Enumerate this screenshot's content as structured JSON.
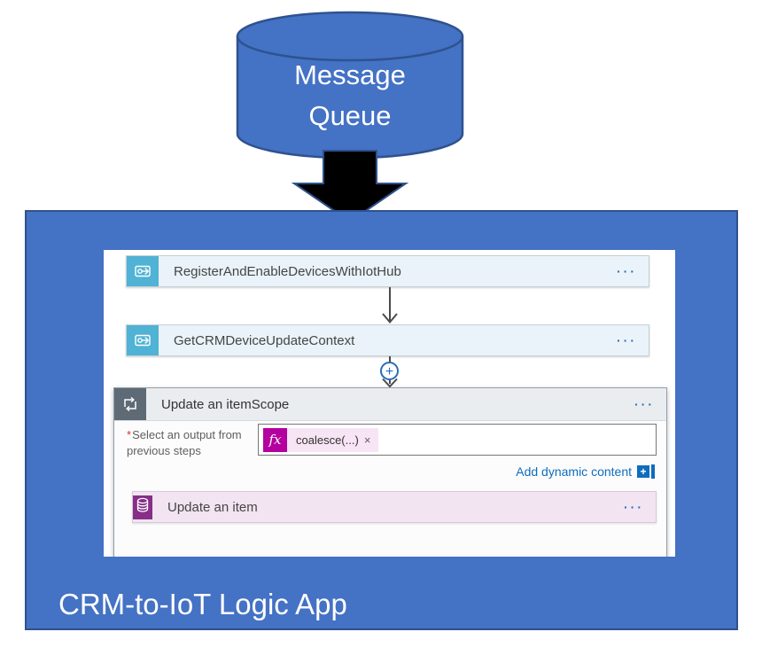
{
  "queue": {
    "lines": [
      "Message",
      "Queue"
    ]
  },
  "logic_app": {
    "title": "CRM-to-IoT Logic App",
    "workflow": {
      "steps": [
        {
          "name": "RegisterAndEnableDevicesWithIotHub",
          "icon": "logic-app-workflow-icon",
          "menu": "···"
        },
        {
          "name": "GetCRMDeviceUpdateContext",
          "icon": "logic-app-workflow-icon",
          "menu": "···"
        }
      ],
      "insert_plus_label": "+",
      "scope": {
        "title": "Update an itemScope",
        "icon": "scope-loop-icon",
        "menu": "···",
        "field": {
          "required_marker": "*",
          "label_line1": "Select an output from",
          "label_line2": "previous steps",
          "token": {
            "badge": "fx",
            "value": "coalesce(...)",
            "remove": "×"
          },
          "add_dynamic_content_label": "Add dynamic content",
          "add_icon_plus": "+"
        },
        "action": {
          "name": "Update an item",
          "icon": "database-icon",
          "menu": "···"
        }
      }
    }
  },
  "colors": {
    "shape_blue": "#4472C4",
    "shape_border_blue": "#2F528F",
    "connector_teal": "#50B2D4",
    "scope_gray": "#5E6A76",
    "action_purple": "#862E88",
    "fx_magenta": "#B4009E",
    "link_blue": "#0F6CBD",
    "ellipsis_blue": "#2B6CB5",
    "arrow_black": "#000000"
  }
}
